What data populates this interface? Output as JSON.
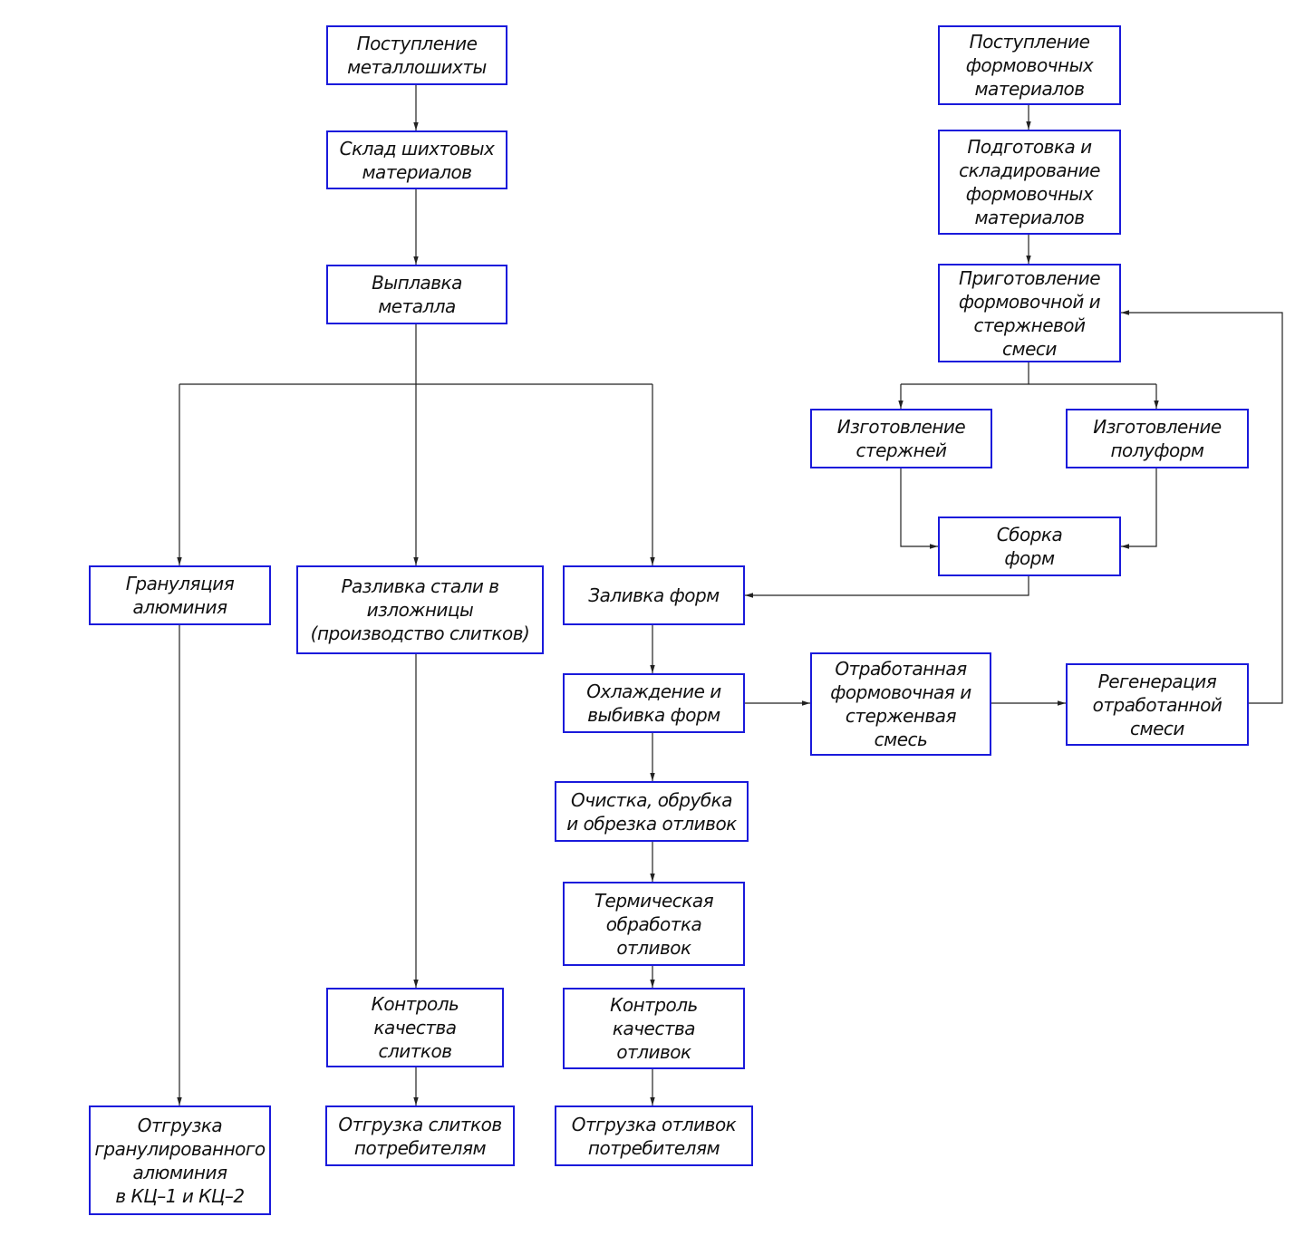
{
  "colors": {
    "box_border": "#1a1adb",
    "connector": "#222222",
    "text": "#111111"
  },
  "boxes": {
    "postuplenie_metalloshikhty": "Поступление\nметаллошихты",
    "sklad_shikhtovykh": "Склад шихтовых\nматериалов",
    "vyplavka": "Выплавка\nметалла",
    "granulyatsiya": "Грануляция\nалюминия",
    "razlivka": "Разливка стали в\nизложницы\n(производство слитков)",
    "zalivka": "Заливка форм",
    "okhlazhdenie": "Охлаждение и\nвыбивка форм",
    "otrabotannaya_smes": "Отработанная\nформовочная и\nстерженвая\nсмесь",
    "regeneratsiya": "Регенерация\nотработанной\nсмеси",
    "ochistka": "Очистка, обрубка\nи обрезка отливок",
    "termicheskaya": "Термическая\nобработка\nотливок",
    "kontrol_otlivok": "Контроль\nкачества\nотливок",
    "otgruzka_otlivok": "Отгрузка отливок\nпотребителям",
    "kontrol_slitkov": "Контроль\nкачества\nслитков",
    "otgruzka_slitkov": "Отгрузка слитков\nпотребителям",
    "otgruzka_granul": "Отгрузка\nгранулированного\nалюминия\nв КЦ–1 и КЦ–2",
    "postuplenie_formovochnykh": "Поступление\nформовочных\nматериалов",
    "podgotovka": "Подготовка и\nскладирование\nформовочных\nматериалов",
    "prigotovlenie": "Приготовление\nформовочной и\nстержневой\nсмеси",
    "izgotovlenie_sterzhney": "Изготовление\nстержней",
    "izgotovlenie_poluform": "Изготовление\nполуформ",
    "sborka": "Сборка\nформ"
  }
}
